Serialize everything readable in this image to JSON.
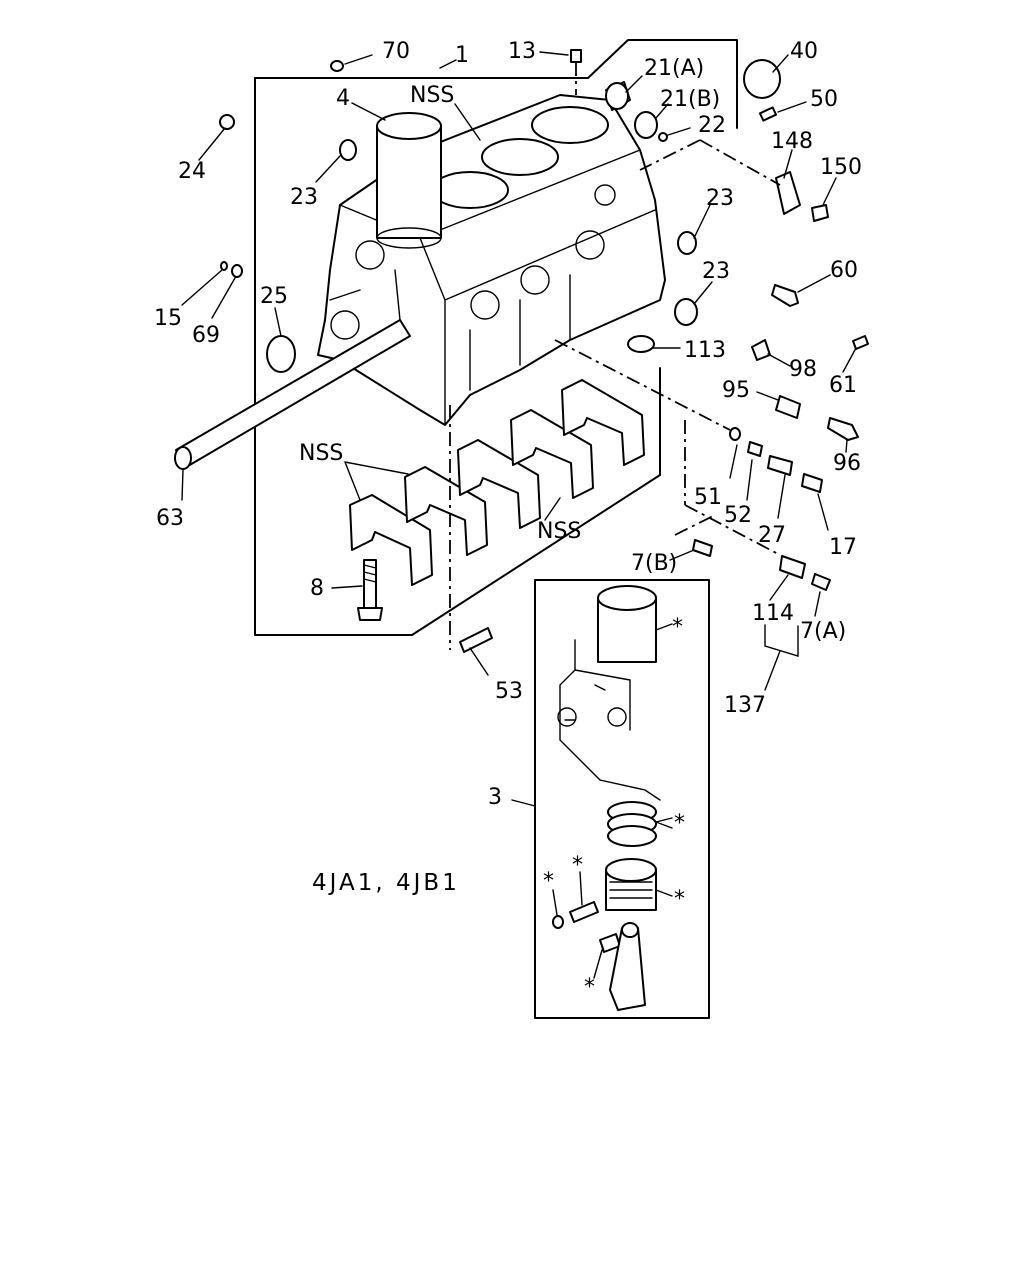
{
  "model_caption": "4JA1, 4JB1",
  "star_mark": "*",
  "callouts": {
    "c70": "70",
    "c1": "1",
    "c13": "13",
    "c21a": "21(A)",
    "c40": "40",
    "c4": "4",
    "cnss_top": "NSS",
    "c21b": "21(B)",
    "c50": "50",
    "c22": "22",
    "c24": "24",
    "c23a": "23",
    "c148": "148",
    "c150": "150",
    "c23b": "23",
    "c23c": "23",
    "c60": "60",
    "c15": "15",
    "c69": "69",
    "c25": "25",
    "c113": "113",
    "c98": "98",
    "c61": "61",
    "c95": "95",
    "c96": "96",
    "cnss_left": "NSS",
    "c51": "51",
    "c52": "52",
    "c27": "27",
    "c17": "17",
    "c63": "63",
    "cnss_bottom": "NSS",
    "c7b": "7(B)",
    "c8": "8",
    "c114": "114",
    "c7a": "7(A)",
    "c53": "53",
    "c137": "137",
    "c3": "3"
  }
}
